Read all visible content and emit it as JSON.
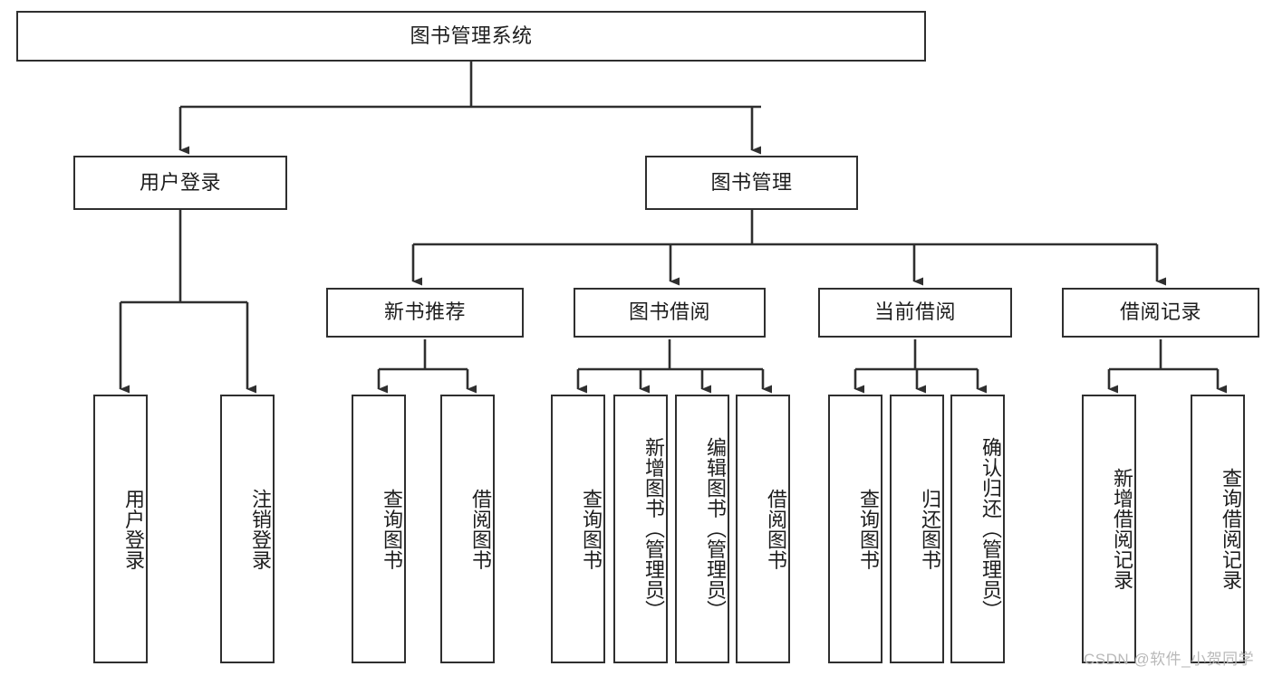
{
  "diagram": {
    "title": "图书管理系统",
    "type": "tree-hierarchy",
    "root": {
      "id": "root",
      "label": "图书管理系统"
    },
    "level1": [
      {
        "id": "user-login",
        "label": "用户登录"
      },
      {
        "id": "book-manage",
        "label": "图书管理"
      }
    ],
    "level2": [
      {
        "id": "new-book-rec",
        "label": "新书推荐",
        "parent": "book-manage"
      },
      {
        "id": "book-borrow",
        "label": "图书借阅",
        "parent": "book-manage"
      },
      {
        "id": "current-borrow",
        "label": "当前借阅",
        "parent": "book-manage"
      },
      {
        "id": "borrow-record",
        "label": "借阅记录",
        "parent": "book-manage"
      }
    ],
    "leaves": [
      {
        "id": "leaf-user-login",
        "label": "用户登录",
        "parent": "user-login"
      },
      {
        "id": "leaf-user-logout",
        "label": "注销登录",
        "parent": "user-login"
      },
      {
        "id": "leaf-query-book-1",
        "label": "查询图书",
        "parent": "new-book-rec"
      },
      {
        "id": "leaf-borrow-book-1",
        "label": "借阅图书",
        "parent": "new-book-rec"
      },
      {
        "id": "leaf-query-book-2",
        "label": "查询图书",
        "parent": "book-borrow"
      },
      {
        "id": "leaf-add-book",
        "label": "新增图书（管理员）",
        "parent": "book-borrow"
      },
      {
        "id": "leaf-edit-book",
        "label": "编辑图书（管理员）",
        "parent": "book-borrow"
      },
      {
        "id": "leaf-borrow-book-2",
        "label": "借阅图书",
        "parent": "book-borrow"
      },
      {
        "id": "leaf-query-book-3",
        "label": "查询图书",
        "parent": "current-borrow"
      },
      {
        "id": "leaf-return-book",
        "label": "归还图书",
        "parent": "current-borrow"
      },
      {
        "id": "leaf-confirm-return",
        "label": "确认归还（管理员）",
        "parent": "current-borrow"
      },
      {
        "id": "leaf-add-record",
        "label": "新增借阅记录",
        "parent": "borrow-record"
      },
      {
        "id": "leaf-query-record",
        "label": "查询借阅记录",
        "parent": "borrow-record"
      }
    ],
    "watermark": "CSDN @软件_小贺同学",
    "colors": {
      "stroke": "#2f2f2f",
      "fill": "#ffffff",
      "text": "#1d1d1d",
      "watermark": "#b9b9b9",
      "background": "#ffffff"
    }
  }
}
